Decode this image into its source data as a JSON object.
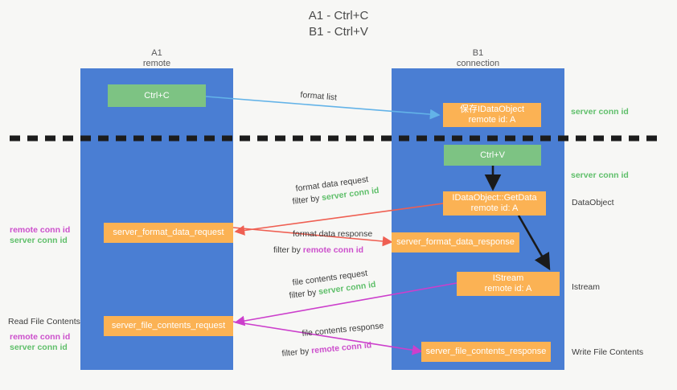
{
  "title": {
    "line1": "A1 - Ctrl+C",
    "line2": "B1 - Ctrl+V"
  },
  "lanes": [
    {
      "id": "A1",
      "name": "A1",
      "sublabel": "remote",
      "color": "#4a7ed3"
    },
    {
      "id": "B1",
      "name": "B1",
      "sublabel": "connection",
      "color": "#4a7ed3"
    }
  ],
  "boxes": {
    "ctrl_c": {
      "label": "Ctrl+C",
      "color": "#7dc383"
    },
    "save_idataobject": {
      "line1": "保存IDataObject",
      "line2": "remote id: A",
      "color": "#fbb254"
    },
    "ctrl_v": {
      "label": "Ctrl+V",
      "color": "#7dc383"
    },
    "getdata": {
      "line1": "IDataObject::GetData",
      "line2": "remote id: A",
      "color": "#fbb254"
    },
    "istream": {
      "line1": "IStream",
      "line2": "remote id: A",
      "color": "#fbb254"
    },
    "server_format_data_request": {
      "label": "server_format_data_request",
      "color": "#fbb254"
    },
    "server_format_data_response": {
      "label": "server_format_data_response",
      "color": "#fbb254"
    },
    "server_file_contents_request": {
      "label": "server_file_contents_request",
      "color": "#fbb254"
    },
    "server_file_contents_response": {
      "label": "server_file_contents_response",
      "color": "#fbb254"
    }
  },
  "arrow_labels": {
    "format_list": "format list",
    "format_data_request": "format data request",
    "format_data_request_filter_prefix": "filter by ",
    "format_data_request_filter_value": "server conn id",
    "format_data_response": "format data response",
    "format_data_response_filter_prefix": "filter by ",
    "format_data_response_filter_value": "remote conn id",
    "file_contents_request": "file contents request",
    "file_contents_request_filter_prefix": "filter by ",
    "file_contents_request_filter_value": "server conn id",
    "file_contents_response": "file contents response",
    "file_contents_response_filter_prefix": "filter by ",
    "file_contents_response_filter_value": "remote conn id"
  },
  "side_labels": {
    "right_server_conn_id_1": "server conn id",
    "right_server_conn_id_2": "server conn id",
    "right_dataobject": "DataObject",
    "right_istream": "Istream",
    "right_write_file_contents": "Write File Contents",
    "left_remote_conn_id_1": "remote conn id",
    "left_server_conn_id_1": "server conn id",
    "left_read_file_contents": "Read File Contents",
    "left_remote_conn_id_2": "remote conn id",
    "left_server_conn_id_2": "server conn id"
  },
  "colors": {
    "lane": "#4a7ed3",
    "green_box": "#7dc383",
    "orange_box": "#fbb254",
    "green_text": "#5fbf6a",
    "magenta_text": "#cc4fcc",
    "light_blue_arrow": "#63b3e8",
    "red_arrow": "#ef5f52",
    "magenta_arrow": "#cc3fcc",
    "dark_arrow": "#1a1a1a",
    "background": "#f7f7f5"
  }
}
